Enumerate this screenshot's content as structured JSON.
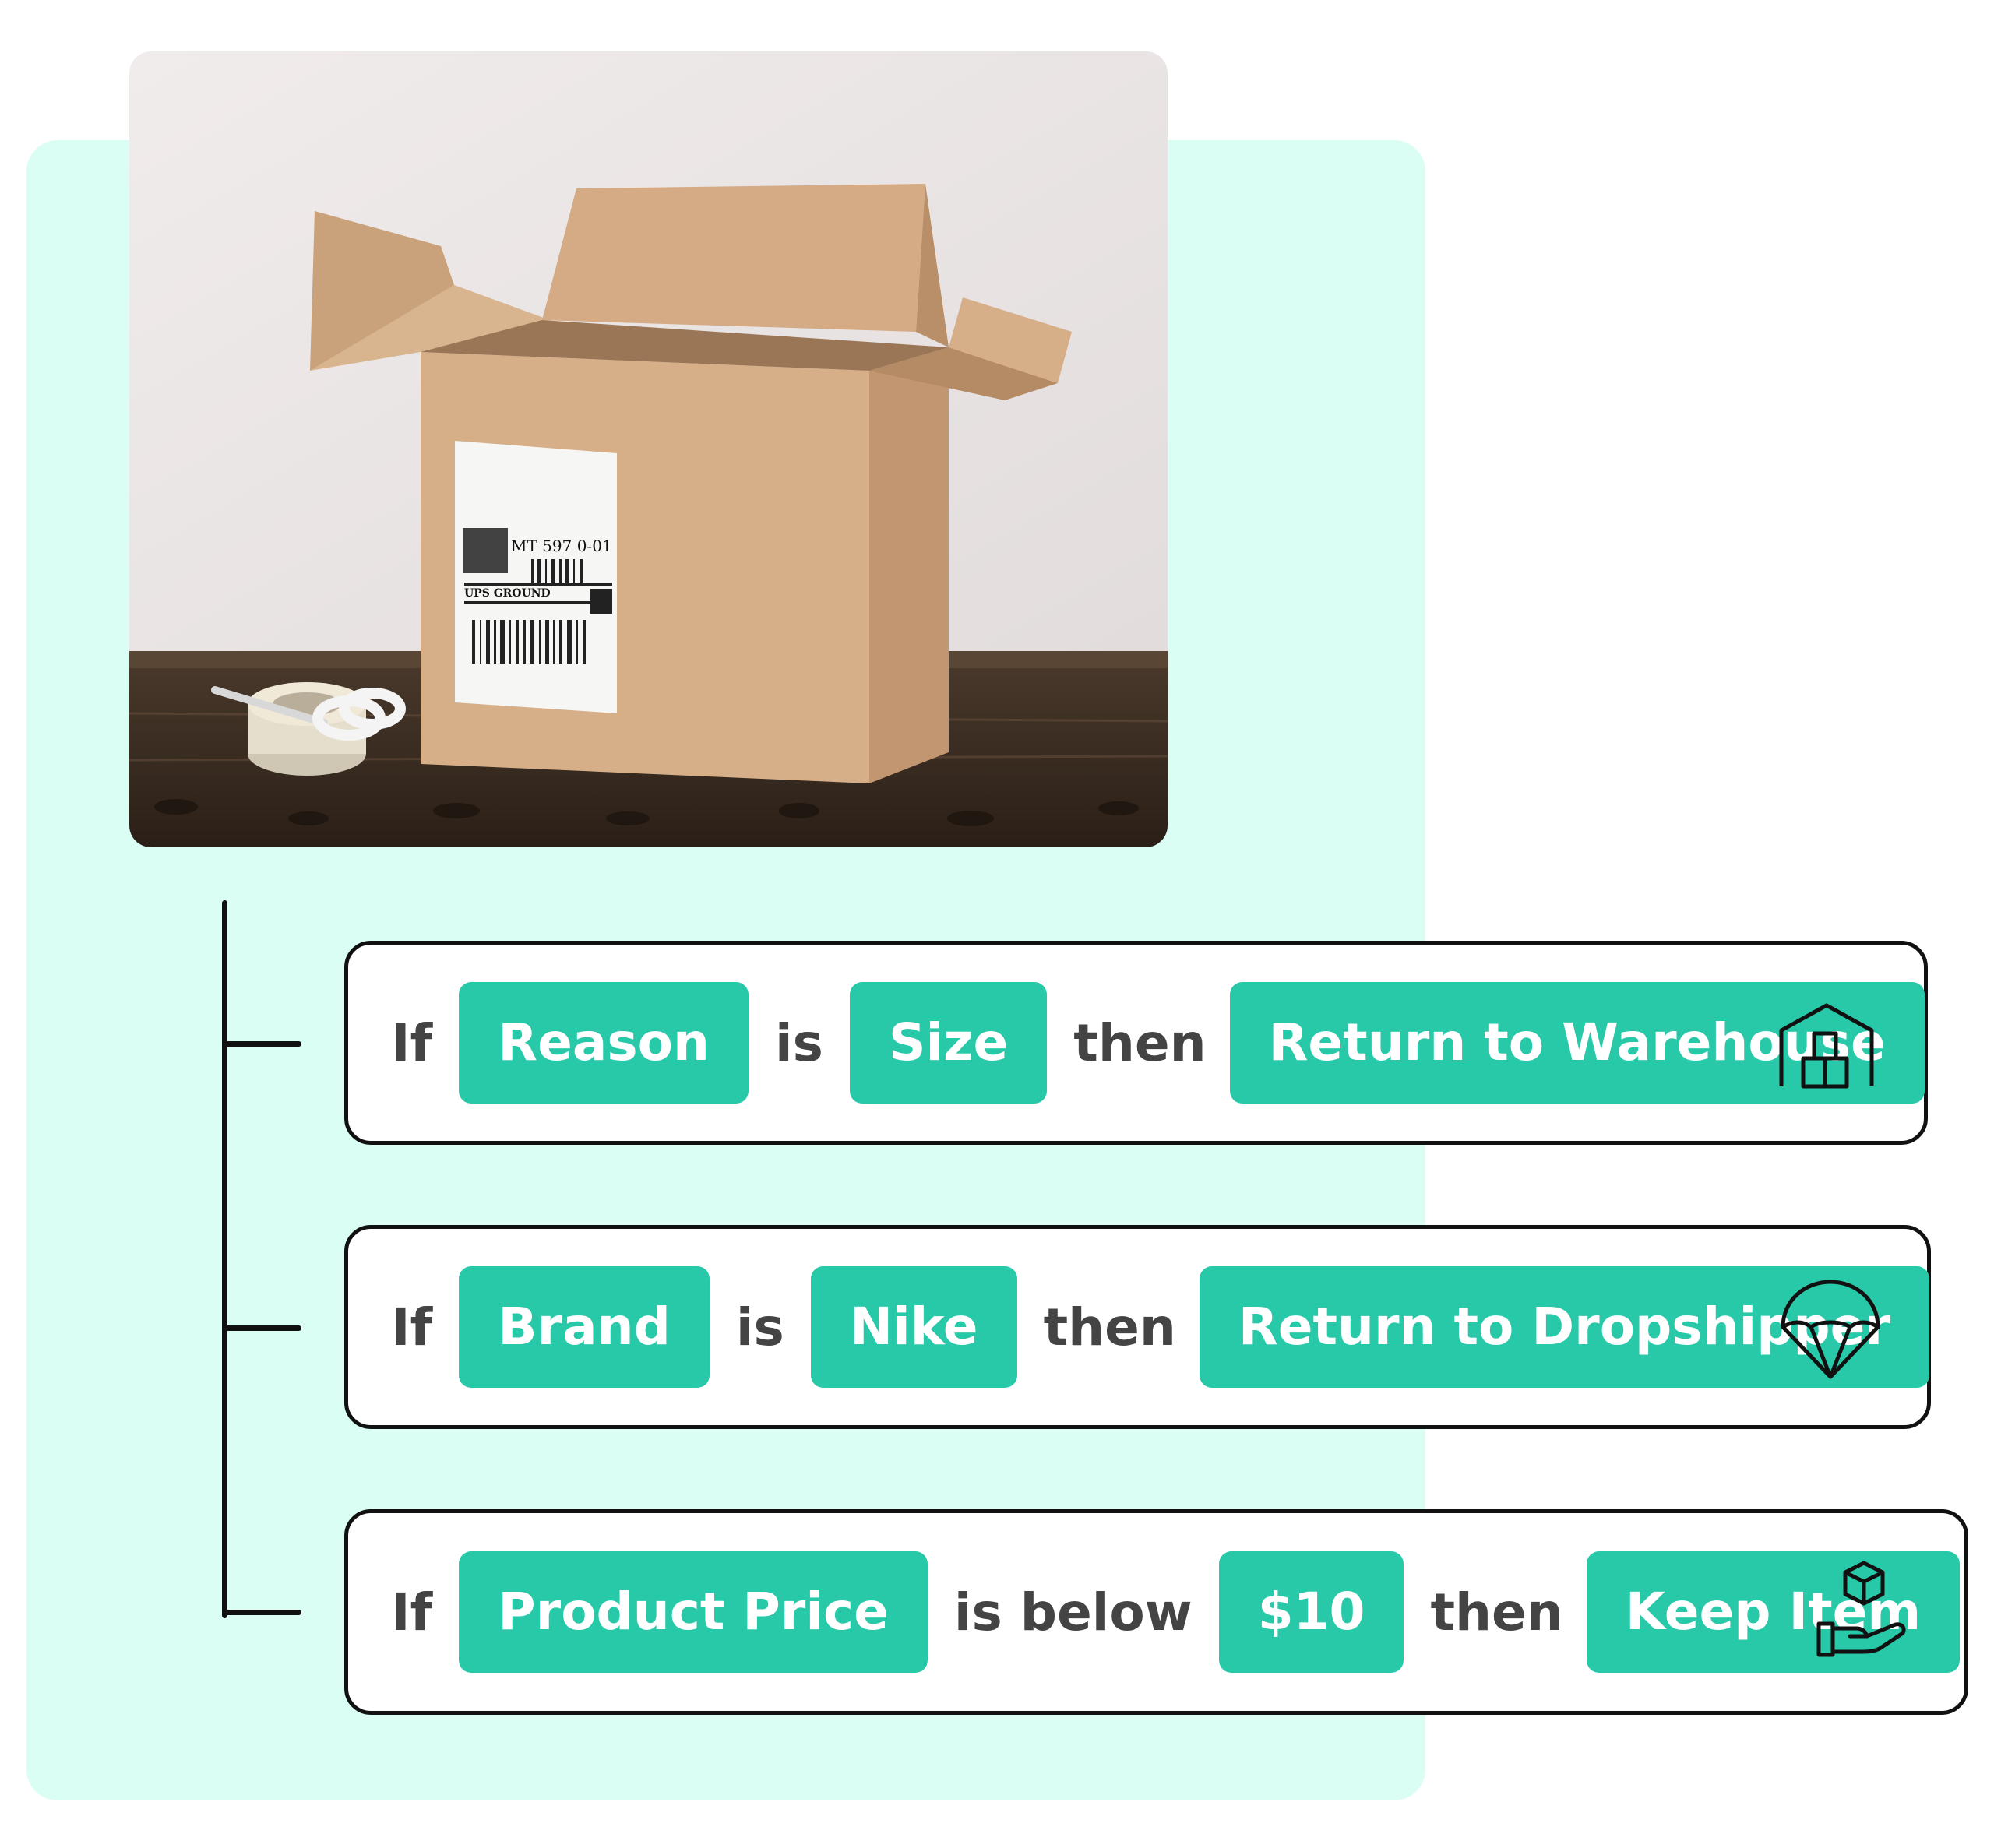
{
  "colors": {
    "accent": "#28c9a9",
    "panel_bg": "#dafdf4",
    "text": "#444444",
    "border": "#111111"
  },
  "photo": {
    "label_lines": [
      "MT 597 0-01",
      "UPS GROUND"
    ]
  },
  "rules": [
    {
      "if_word": "If",
      "field": "Reason",
      "operator": "is",
      "value": "Size",
      "then_word": "then",
      "action": "Return to Warehouse",
      "icon": "warehouse-icon"
    },
    {
      "if_word": "If",
      "field": "Brand",
      "operator": "is",
      "value": "Nike",
      "then_word": "then",
      "action": "Return to Dropshipper",
      "icon": "parachute-icon"
    },
    {
      "if_word": "If",
      "field": "Product Price",
      "operator": "is below",
      "value": "$10",
      "then_word": "then",
      "action": "Keep Item",
      "icon": "hand-box-icon"
    }
  ]
}
